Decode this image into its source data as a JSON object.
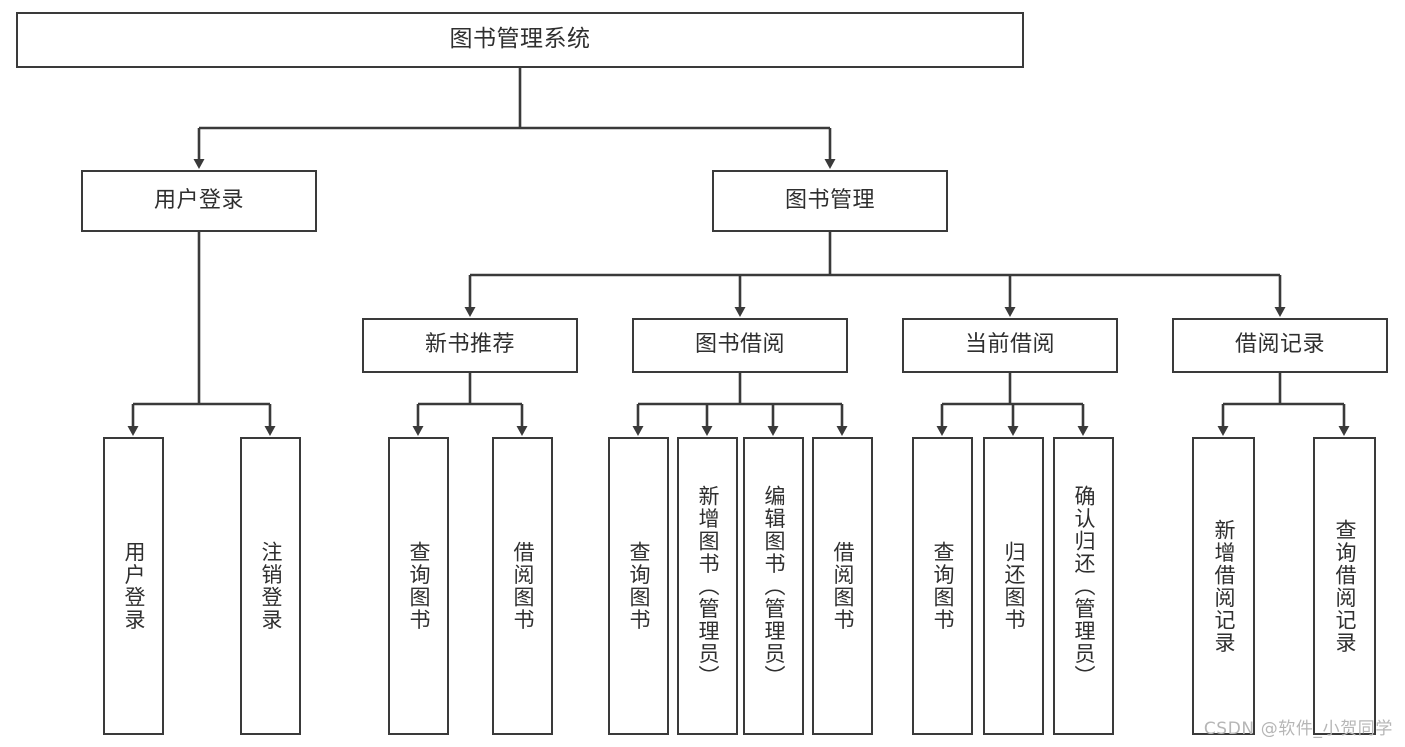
{
  "diagram": {
    "title": "图书管理系统",
    "type": "tree-hierarchy-diagram",
    "watermark": "CSDN @软件_小贺同学",
    "colors": {
      "stroke": "#3a3a3a",
      "text": "#2f2f2f",
      "background": "#ffffff",
      "watermark": "#b6b6b6"
    },
    "nodes": {
      "root": {
        "label": "图书管理系统"
      },
      "level2": [
        {
          "id": "user-login",
          "label": "用户登录"
        },
        {
          "id": "book-management",
          "label": "图书管理"
        }
      ],
      "level3": [
        {
          "id": "new-book-recommend",
          "label": "新书推荐"
        },
        {
          "id": "book-borrow",
          "label": "图书借阅"
        },
        {
          "id": "current-borrow",
          "label": "当前借阅"
        },
        {
          "id": "borrow-record",
          "label": "借阅记录"
        }
      ],
      "leaves": {
        "user_login": [
          {
            "id": "leaf-user-login",
            "label": "用户登录"
          },
          {
            "id": "leaf-logout",
            "label": "注销登录"
          }
        ],
        "new_book_recommend": [
          {
            "id": "leaf-query-book-1",
            "label": "查询图书"
          },
          {
            "id": "leaf-borrow-book-1",
            "label": "借阅图书"
          }
        ],
        "book_borrow": [
          {
            "id": "leaf-query-book-2",
            "label": "查询图书"
          },
          {
            "id": "leaf-add-book",
            "label": "新增图书（管理员）"
          },
          {
            "id": "leaf-edit-book",
            "label": "编辑图书（管理员）"
          },
          {
            "id": "leaf-borrow-book-2",
            "label": "借阅图书"
          }
        ],
        "current_borrow": [
          {
            "id": "leaf-query-book-3",
            "label": "查询图书"
          },
          {
            "id": "leaf-return-book",
            "label": "归还图书"
          },
          {
            "id": "leaf-confirm-return",
            "label": "确认归还（管理员）"
          }
        ],
        "borrow_record": [
          {
            "id": "leaf-add-record",
            "label": "新增借阅记录"
          },
          {
            "id": "leaf-query-record",
            "label": "查询借阅记录"
          }
        ]
      }
    }
  }
}
